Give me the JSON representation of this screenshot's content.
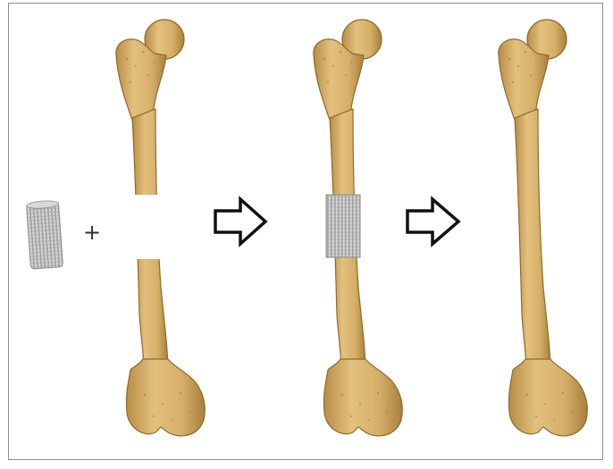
{
  "diagram": {
    "steps": [
      {
        "name": "implant-plus-defect",
        "operator": "+"
      },
      {
        "name": "implanted-bone"
      },
      {
        "name": "healed-bone"
      }
    ],
    "colors": {
      "bone_fill": "#d9b470",
      "bone_shade": "#b88d45",
      "bone_outline": "#8f6a2c",
      "implant_light": "#e6e6e6",
      "implant_dark": "#9a9a9a",
      "arrow_stroke": "#111111",
      "frame": "#8c8c8c"
    },
    "icons": [
      "cylinder-implant",
      "femur-bone",
      "right-arrow-icon"
    ]
  }
}
